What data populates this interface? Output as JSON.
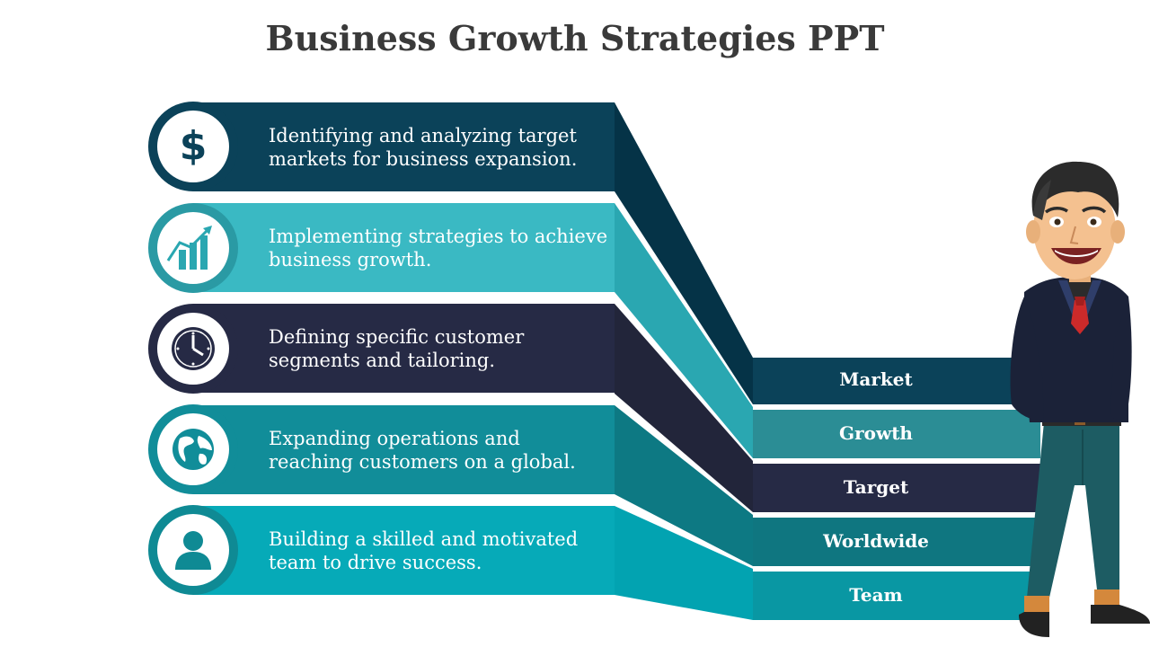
{
  "title": "Business Growth Strategies PPT",
  "colors": {
    "dark_blue": "#0b4259",
    "teal": "#3ab9c3",
    "navy": "#262a45",
    "mid_teal": "#118d99",
    "cyan": "#06aab8"
  },
  "items": [
    {
      "text": "Identifying and analyzing target markets for business expansion.",
      "label": "Market",
      "icon": "dollar-icon"
    },
    {
      "text": "Implementing strategies to achieve business growth.",
      "label": "Growth",
      "icon": "growth-chart-icon"
    },
    {
      "text": "Defining specific customer segments and tailoring.",
      "label": "Target",
      "icon": "clock-icon"
    },
    {
      "text": "Expanding operations and reaching customers on a global.",
      "label": "Worldwide",
      "icon": "globe-icon"
    },
    {
      "text": "Building a skilled and motivated team to drive success.",
      "label": "Team",
      "icon": "user-icon"
    }
  ],
  "figure": "businessman-illustration"
}
